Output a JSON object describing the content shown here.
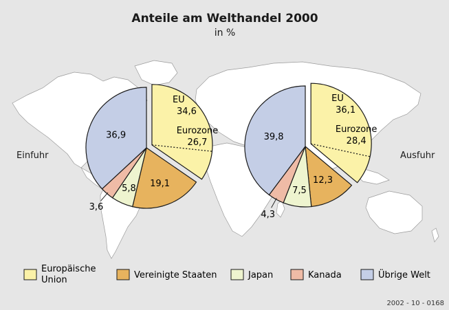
{
  "chart_data": {
    "type": "pie",
    "title": "Anteile am Welthandel 2000",
    "subtitle": "in %",
    "colors": {
      "eu": "#fbf2a8",
      "usa": "#e7b35e",
      "japan": "#eef4cf",
      "kanada": "#efbba6",
      "uebrige": "#c4cee6",
      "map": "#ffffff",
      "background": "#e6e6e6"
    },
    "legend": [
      {
        "key": "eu",
        "label_line1": "Europäische",
        "label_line2": "Union"
      },
      {
        "key": "usa",
        "label_line1": "Vereinigte Staaten",
        "label_line2": ""
      },
      {
        "key": "japan",
        "label_line1": "Japan",
        "label_line2": ""
      },
      {
        "key": "kanada",
        "label_line1": "Kanada",
        "label_line2": ""
      },
      {
        "key": "uebrige",
        "label_line1": "Übrige Welt",
        "label_line2": ""
      }
    ],
    "pies": [
      {
        "name": "Einfuhr",
        "slices": [
          {
            "key": "eu",
            "label": "Europäische Union",
            "value": 34.6,
            "display": "34,6"
          },
          {
            "key": "usa",
            "label": "Vereinigte Staaten",
            "value": 19.1,
            "display": "19,1"
          },
          {
            "key": "japan",
            "label": "Japan",
            "value": 5.8,
            "display": "5,8"
          },
          {
            "key": "kanada",
            "label": "Kanada",
            "value": 3.6,
            "display": "3,6"
          },
          {
            "key": "uebrige",
            "label": "Übrige Welt",
            "value": 36.9,
            "display": "36,9"
          }
        ],
        "eu_label": "EU",
        "eurozone": {
          "label": "Eurozone",
          "value": 26.7,
          "display": "26,7"
        }
      },
      {
        "name": "Ausfuhr",
        "slices": [
          {
            "key": "eu",
            "label": "Europäische Union",
            "value": 36.1,
            "display": "36,1"
          },
          {
            "key": "usa",
            "label": "Vereinigte Staaten",
            "value": 12.3,
            "display": "12,3"
          },
          {
            "key": "japan",
            "label": "Japan",
            "value": 7.5,
            "display": "7,5"
          },
          {
            "key": "kanada",
            "label": "Kanada",
            "value": 4.3,
            "display": "4,3"
          },
          {
            "key": "uebrige",
            "label": "Übrige Welt",
            "value": 39.8,
            "display": "39,8"
          }
        ],
        "eu_label": "EU",
        "eurozone": {
          "label": "Eurozone",
          "value": 28.4,
          "display": "28,4"
        }
      }
    ]
  },
  "footer": {
    "reference": "2002 - 10 - 0168"
  }
}
